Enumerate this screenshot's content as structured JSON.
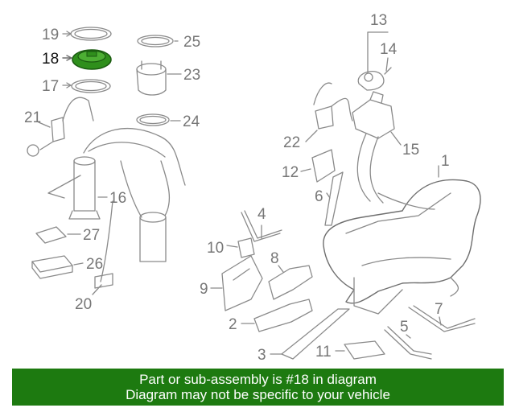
{
  "callouts": [
    {
      "id": "1",
      "label": "1"
    },
    {
      "id": "2",
      "label": "2"
    },
    {
      "id": "3",
      "label": "3"
    },
    {
      "id": "4",
      "label": "4"
    },
    {
      "id": "5",
      "label": "5"
    },
    {
      "id": "6",
      "label": "6"
    },
    {
      "id": "7",
      "label": "7"
    },
    {
      "id": "8",
      "label": "8"
    },
    {
      "id": "9",
      "label": "9"
    },
    {
      "id": "10",
      "label": "10"
    },
    {
      "id": "11",
      "label": "11"
    },
    {
      "id": "12",
      "label": "12"
    },
    {
      "id": "13",
      "label": "13"
    },
    {
      "id": "14",
      "label": "14"
    },
    {
      "id": "15",
      "label": "15"
    },
    {
      "id": "16",
      "label": "16"
    },
    {
      "id": "17",
      "label": "17"
    },
    {
      "id": "18",
      "label": "18"
    },
    {
      "id": "19",
      "label": "19"
    },
    {
      "id": "20",
      "label": "20"
    },
    {
      "id": "21",
      "label": "21"
    },
    {
      "id": "22",
      "label": "22"
    },
    {
      "id": "23",
      "label": "23"
    },
    {
      "id": "24",
      "label": "24"
    },
    {
      "id": "25",
      "label": "25"
    },
    {
      "id": "26",
      "label": "26"
    },
    {
      "id": "27",
      "label": "27"
    }
  ],
  "highlight": {
    "part": "18",
    "color": "#2f8f1c"
  },
  "banner": {
    "line1": "Part or sub-assembly is #18 in diagram",
    "line2": "Diagram may not be specific to your vehicle",
    "background": "#1d7a10",
    "text_color": "#ffffff"
  }
}
